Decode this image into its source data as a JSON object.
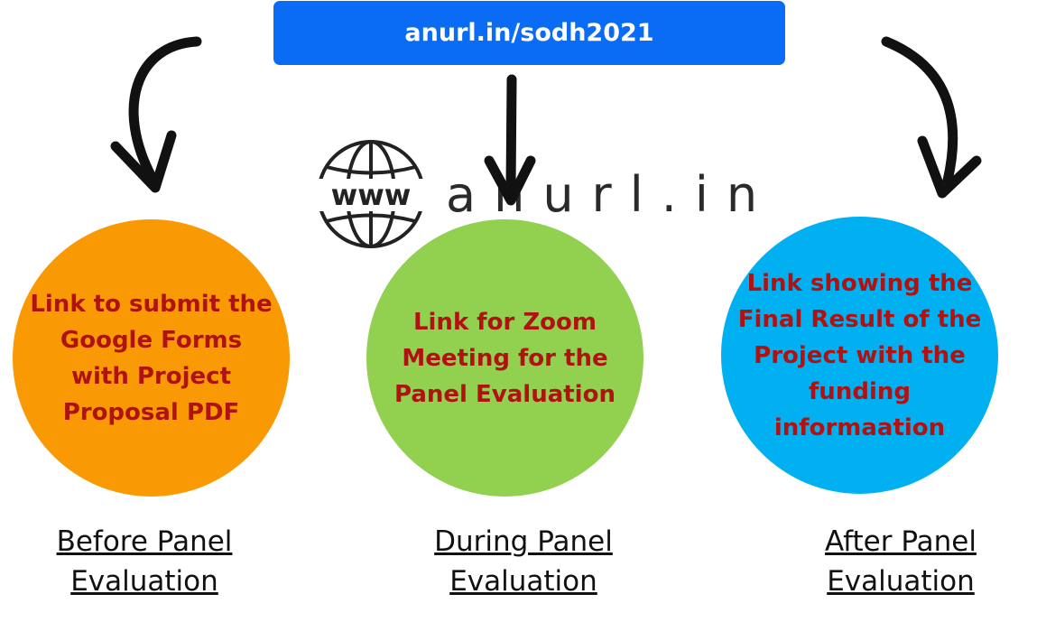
{
  "banner": {
    "url": "anurl.in/sodh2021",
    "color": "#0a6cf5"
  },
  "logo": {
    "globe_text": "www",
    "word": "anurl.in"
  },
  "steps": [
    {
      "text": "Link to submit the\nGoogle Forms\nwith Project\nProposal PDF",
      "color": "#f99a05",
      "label": "Before Panel\nEvaluation"
    },
    {
      "text": "Link for Zoom\nMeeting for the\nPanel Evaluation",
      "color": "#92d050",
      "label": "During Panel\nEvaluation"
    },
    {
      "text": "Link showing the\nFinal Result of the\nProject with the\nfunding\ninformaation",
      "color": "#00b0f0",
      "label": "After Panel\nEvaluation"
    }
  ],
  "text_color": "#b01212"
}
